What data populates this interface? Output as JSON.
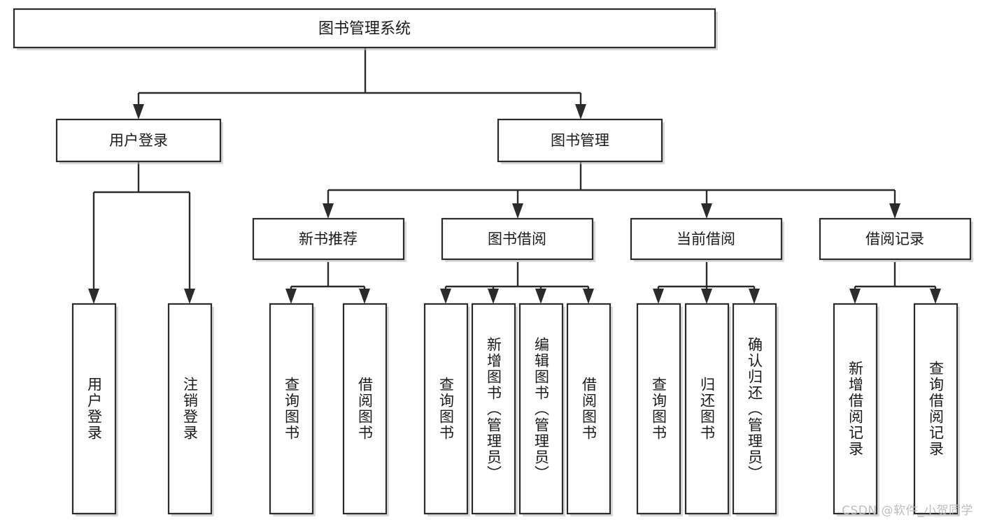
{
  "diagram": {
    "title": "图书管理系统",
    "type": "tree",
    "orientation": "top-down",
    "watermark": "CSDN @软件_小贺同学",
    "colors": {
      "background": "#ffffff",
      "box_fill": "#ffffff",
      "box_stroke": "#2b2b2b",
      "connector": "#2b2b2b",
      "text": "#1a1a1a",
      "watermark": "#bdbdbd"
    },
    "root": {
      "label": "图书管理系统"
    },
    "level1": [
      {
        "label": "用户登录"
      },
      {
        "label": "图书管理"
      }
    ],
    "level2": [
      {
        "label": "新书推荐"
      },
      {
        "label": "图书借阅"
      },
      {
        "label": "当前借阅"
      },
      {
        "label": "借阅记录"
      }
    ],
    "leaves": {
      "user_login": [
        {
          "label": "用户登录"
        },
        {
          "label": "注销登录"
        }
      ],
      "new_book_recommend": [
        {
          "label": "查询图书"
        },
        {
          "label": "借阅图书"
        }
      ],
      "book_borrow": [
        {
          "label": "查询图书"
        },
        {
          "label": "新增图书（管理员）"
        },
        {
          "label": "编辑图书（管理员）"
        },
        {
          "label": "借阅图书"
        }
      ],
      "current_borrow": [
        {
          "label": "查询图书"
        },
        {
          "label": "归还图书"
        },
        {
          "label": "确认归还（管理员）"
        }
      ],
      "borrow_record": [
        {
          "label": "新增借阅记录"
        },
        {
          "label": "查询借阅记录"
        }
      ]
    }
  }
}
